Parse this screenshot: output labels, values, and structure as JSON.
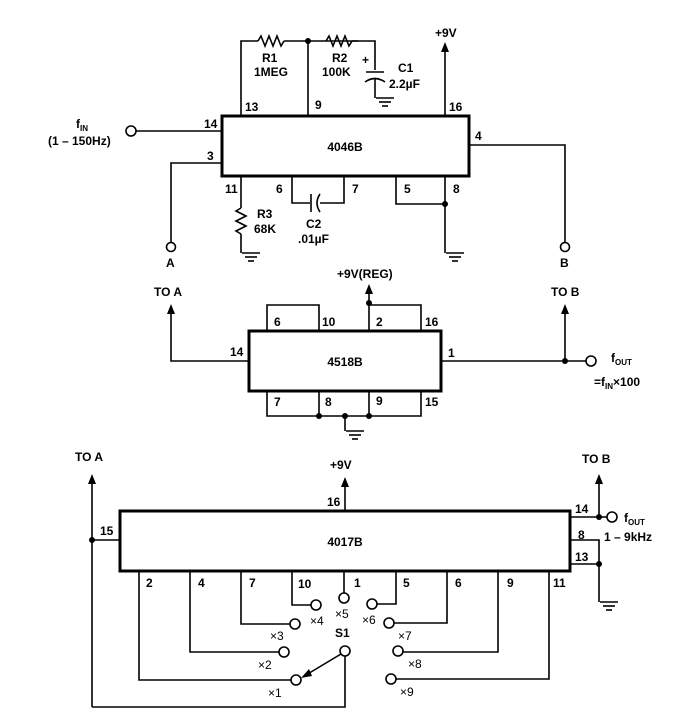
{
  "diagram": {
    "type": "circuit-schematic",
    "ics": {
      "u1": {
        "part": "4046B",
        "pins": {
          "p14": "14",
          "p3": "3",
          "p13": "13",
          "p9": "9",
          "p16": "16",
          "p4": "4",
          "p11": "11",
          "p6": "6",
          "p7": "7",
          "p5": "5",
          "p8": "8"
        }
      },
      "u2": {
        "part": "4518B",
        "pins": {
          "p6": "6",
          "p10": "10",
          "p2": "2",
          "p16": "16",
          "p14": "14",
          "p1": "1",
          "p7": "7",
          "p8": "8",
          "p9": "9",
          "p15": "15"
        }
      },
      "u3": {
        "part": "4017B",
        "pins": {
          "p16": "16",
          "p15": "15",
          "p14": "14",
          "p8": "8",
          "p13": "13",
          "p2": "2",
          "p4": "4",
          "p7": "7",
          "p10": "10",
          "p1": "1",
          "p5": "5",
          "p6": "6",
          "p9": "9",
          "p11": "11"
        }
      }
    },
    "components": {
      "r1": {
        "ref": "R1",
        "value": "1MEG"
      },
      "r2": {
        "ref": "R2",
        "value": "100K"
      },
      "r3": {
        "ref": "R3",
        "value": "68K"
      },
      "c1": {
        "ref": "C1",
        "value": "2.2µF",
        "polarity": "+"
      },
      "c2": {
        "ref": "C2",
        "value": ".01µF"
      },
      "s1": {
        "ref": "S1"
      }
    },
    "labels": {
      "fin_main": "f",
      "fin_sub": "IN",
      "fin_range": "(1 – 150Hz)",
      "vcc1": "+9V",
      "vcc2": "+9V(REG)",
      "vcc3": "+9V",
      "node_a": "A",
      "node_b": "B",
      "to_a_1": "TO A",
      "to_b_1": "TO B",
      "to_a_2": "TO A",
      "to_b_2": "TO B",
      "fout1_main": "f",
      "fout1_sub": "OUT",
      "fout1_eq_pre": "=f",
      "fout1_eq_sub": "IN",
      "fout1_eq_post": "×100",
      "fout2_main": "f",
      "fout2_sub": "OUT",
      "fout2_range": "1 – 9kHz"
    },
    "switch_positions": [
      "×1",
      "×2",
      "×3",
      "×4",
      "×5",
      "×6",
      "×7",
      "×8",
      "×9"
    ],
    "switch_selected": "×1"
  }
}
